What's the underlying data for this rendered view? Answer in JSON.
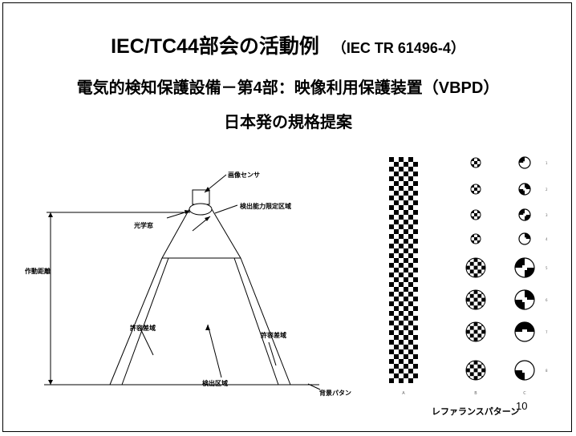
{
  "slide": {
    "title_main": "IEC/TC44部会の活動例",
    "title_paren": "（IEC TR 61496-4）",
    "subtitle": "電気的検知保護設備－第4部：映像利用保護装置（VBPD）",
    "subtitle2": "日本発の規格提案"
  },
  "diagram": {
    "labels": {
      "image_sensor": "画像センサ",
      "optical_window": "光学窓",
      "limited_zone": "検出能力限定区域",
      "operating_distance": "作動距離",
      "tolerance_left": "許容差域",
      "tolerance_right": "許容差域",
      "detection_zone": "検出区域",
      "background_pattern": "背景パタン"
    }
  },
  "reference": {
    "caption": "レファランスパターン",
    "page_number": "10",
    "column_labels": [
      "A",
      "B",
      "C"
    ],
    "row_numbers": [
      "1",
      "2",
      "3",
      "4",
      "5",
      "6",
      "7",
      "8"
    ]
  }
}
